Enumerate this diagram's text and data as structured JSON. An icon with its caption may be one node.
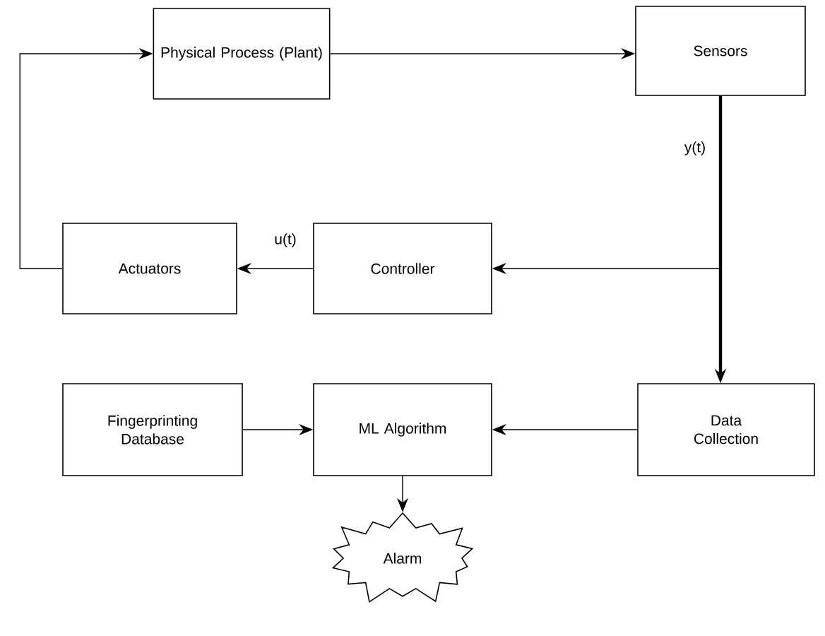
{
  "diagram": {
    "nodes": [
      {
        "text": [
          "Physical Process (Plant)"
        ]
      },
      {
        "text": [
          "Sensors"
        ]
      },
      {
        "text": [
          "Controller"
        ]
      },
      {
        "text": [
          "Actuators"
        ]
      },
      {
        "text": [
          "Data Collection"
        ]
      },
      {
        "text": [
          "ML Algorithm"
        ]
      },
      {
        "text": [
          "Fingerprinting Database"
        ]
      },
      {
        "text": [
          "Alarm"
        ]
      }
    ],
    "edges": [
      {
        "from": 0,
        "to": 1,
        "arrow": "to"
      },
      {
        "from": 1,
        "to": 4,
        "arrow": "to",
        "label": "y(t)",
        "style": "thick"
      },
      {
        "from": 1,
        "to": 2,
        "arrow": "to"
      },
      {
        "from": 2,
        "to": 3,
        "arrow": "to",
        "label": "u(t)"
      },
      {
        "from": 3,
        "to": 0,
        "arrow": "to"
      },
      {
        "from": 4,
        "to": 5,
        "arrow": "to"
      },
      {
        "from": 6,
        "to": 5,
        "arrow": "to"
      },
      {
        "from": 5,
        "to": 7,
        "arrow": "to"
      }
    ]
  }
}
